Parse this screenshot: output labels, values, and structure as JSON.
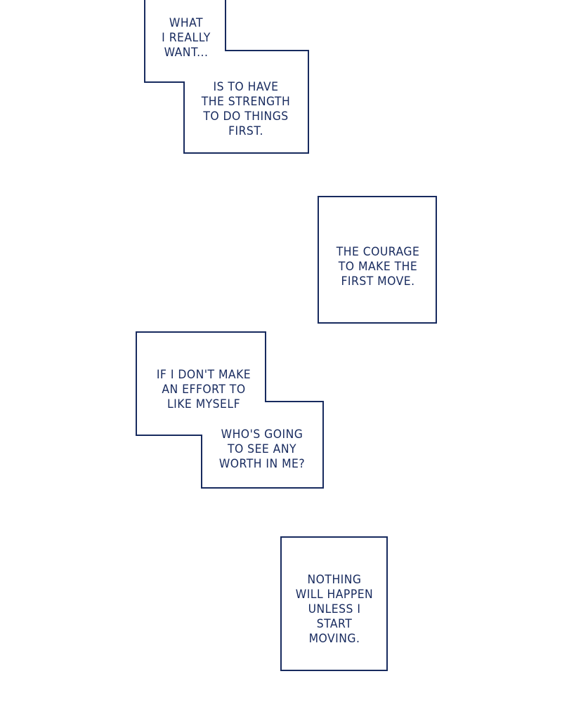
{
  "colors": {
    "ink": "#172a5e",
    "background": "#ffffff"
  },
  "captions": [
    {
      "lines": [
        "WHAT",
        "I REALLY",
        "WANT..."
      ]
    },
    {
      "lines": [
        "IS TO HAVE",
        "THE STRENGTH",
        "TO DO THINGS",
        "FIRST."
      ]
    },
    {
      "lines": [
        "THE COURAGE",
        "TO MAKE THE",
        "FIRST MOVE."
      ]
    },
    {
      "lines": [
        "IF I DON'T MAKE",
        "AN EFFORT TO",
        "LIKE MYSELF"
      ]
    },
    {
      "lines": [
        "WHO'S GOING",
        "TO SEE ANY",
        "WORTH IN ME?"
      ]
    },
    {
      "lines": [
        "NOTHING",
        "WILL HAPPEN",
        "UNLESS I",
        "START",
        "MOVING."
      ]
    }
  ]
}
